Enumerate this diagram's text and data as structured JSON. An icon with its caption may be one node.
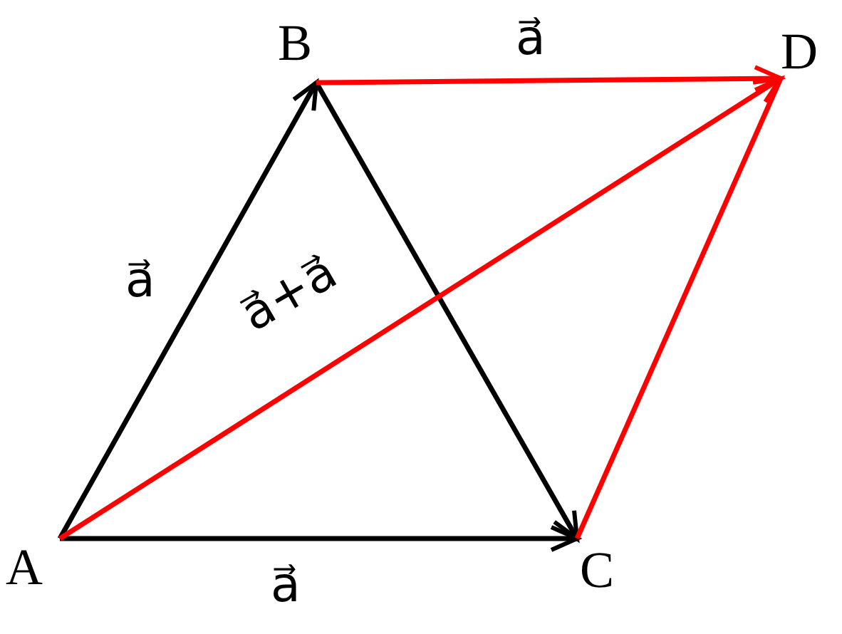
{
  "diagram": {
    "nodes": [
      {
        "text": [
          "A"
        ]
      },
      {
        "text": [
          "B"
        ]
      },
      {
        "text": [
          "C"
        ]
      },
      {
        "text": [
          "D"
        ]
      }
    ],
    "edges": [
      {
        "from": 0,
        "to": 1,
        "arrow": "to",
        "label": "a⃗"
      },
      {
        "from": 1,
        "to": 2,
        "arrow": "to"
      },
      {
        "from": 0,
        "to": 2,
        "arrow": "to",
        "label": "a⃗"
      },
      {
        "from": 1,
        "to": 3,
        "arrow": "to",
        "label": "a⃗",
        "color": "#ff0000"
      },
      {
        "from": 2,
        "to": 3,
        "arrow": "none",
        "color": "#ff0000"
      },
      {
        "from": 0,
        "to": 3,
        "arrow": "to",
        "label": "a⃗+a⃗",
        "color": "#ff0000"
      }
    ]
  }
}
